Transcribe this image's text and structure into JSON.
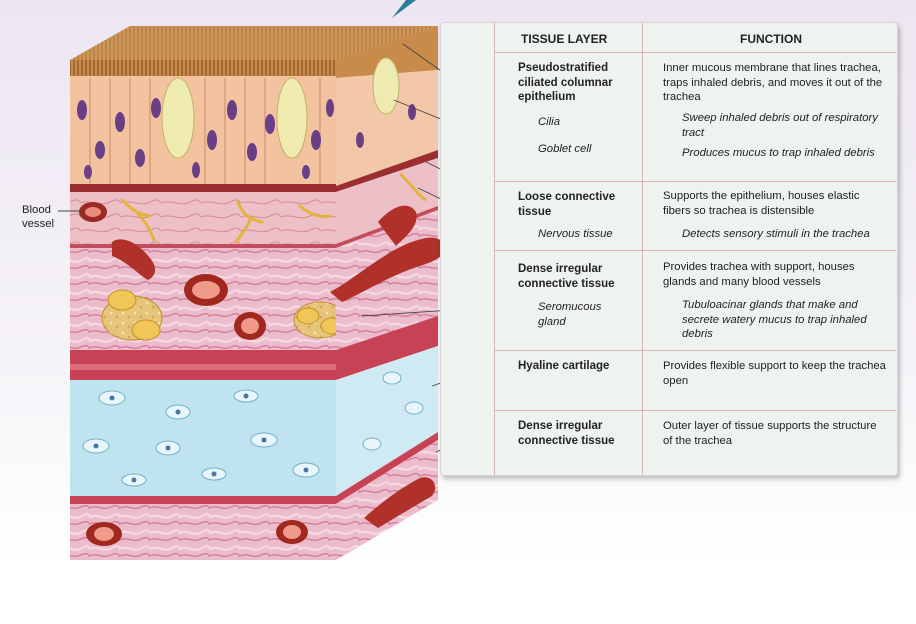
{
  "header": {
    "col_layer": "TISSUE LAYER",
    "col_function": "FUNCTION"
  },
  "external_labels": {
    "blood_vessel": "Blood vessel"
  },
  "rows": [
    {
      "layer": "Pseudostratified ciliated columnar epithelium",
      "function": "Inner mucous membrane that lines trachea, traps inhaled debris, and moves it out of the trachea",
      "subs": [
        {
          "name": "Cilia",
          "function": "Sweep inhaled debris out of respiratory tract"
        },
        {
          "name": "Goblet cell",
          "function": "Produces mucus to trap inhaled debris"
        }
      ]
    },
    {
      "layer": "Loose connective tissue",
      "function": "Supports the epithelium, houses elastic fibers so trachea is distensible",
      "subs": [
        {
          "name": "Nervous tissue",
          "function": "Detects sensory stimuli in the trachea"
        }
      ]
    },
    {
      "layer": "Dense irregular connective tissue",
      "function": "Provides trachea with support, houses glands and many blood vessels",
      "subs": [
        {
          "name": "Seromucous gland",
          "function": "Tubuloacinar glands that make and secrete watery mucus to trap inhaled debris"
        }
      ]
    },
    {
      "layer": "Hyaline cartilage",
      "function": "Provides flexible support to keep the trachea open",
      "subs": []
    },
    {
      "layer": "Dense irregular connective tissue",
      "function": "Outer layer of tissue supports the structure of the trachea",
      "subs": []
    }
  ],
  "colors": {
    "epithelium": "#f3c3a0",
    "nucleus": "#6a3f86",
    "goblet": "#eeeab0",
    "connective": "#eab8c6",
    "cartilage": "#bfe4ef",
    "vessel": "#b0302a",
    "nerve": "#e2b53a",
    "gland": "#f0c658",
    "table_bg": "#eef3ef",
    "divider": "#d9b0b6",
    "pointer": "#2d7d9a"
  }
}
